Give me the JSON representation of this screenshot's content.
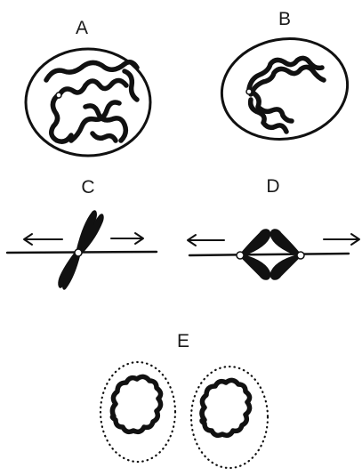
{
  "panels": {
    "a": {
      "label": "A"
    },
    "b": {
      "label": "B"
    },
    "c": {
      "label": "C"
    },
    "d": {
      "label": "D"
    },
    "e": {
      "label": "E"
    }
  }
}
